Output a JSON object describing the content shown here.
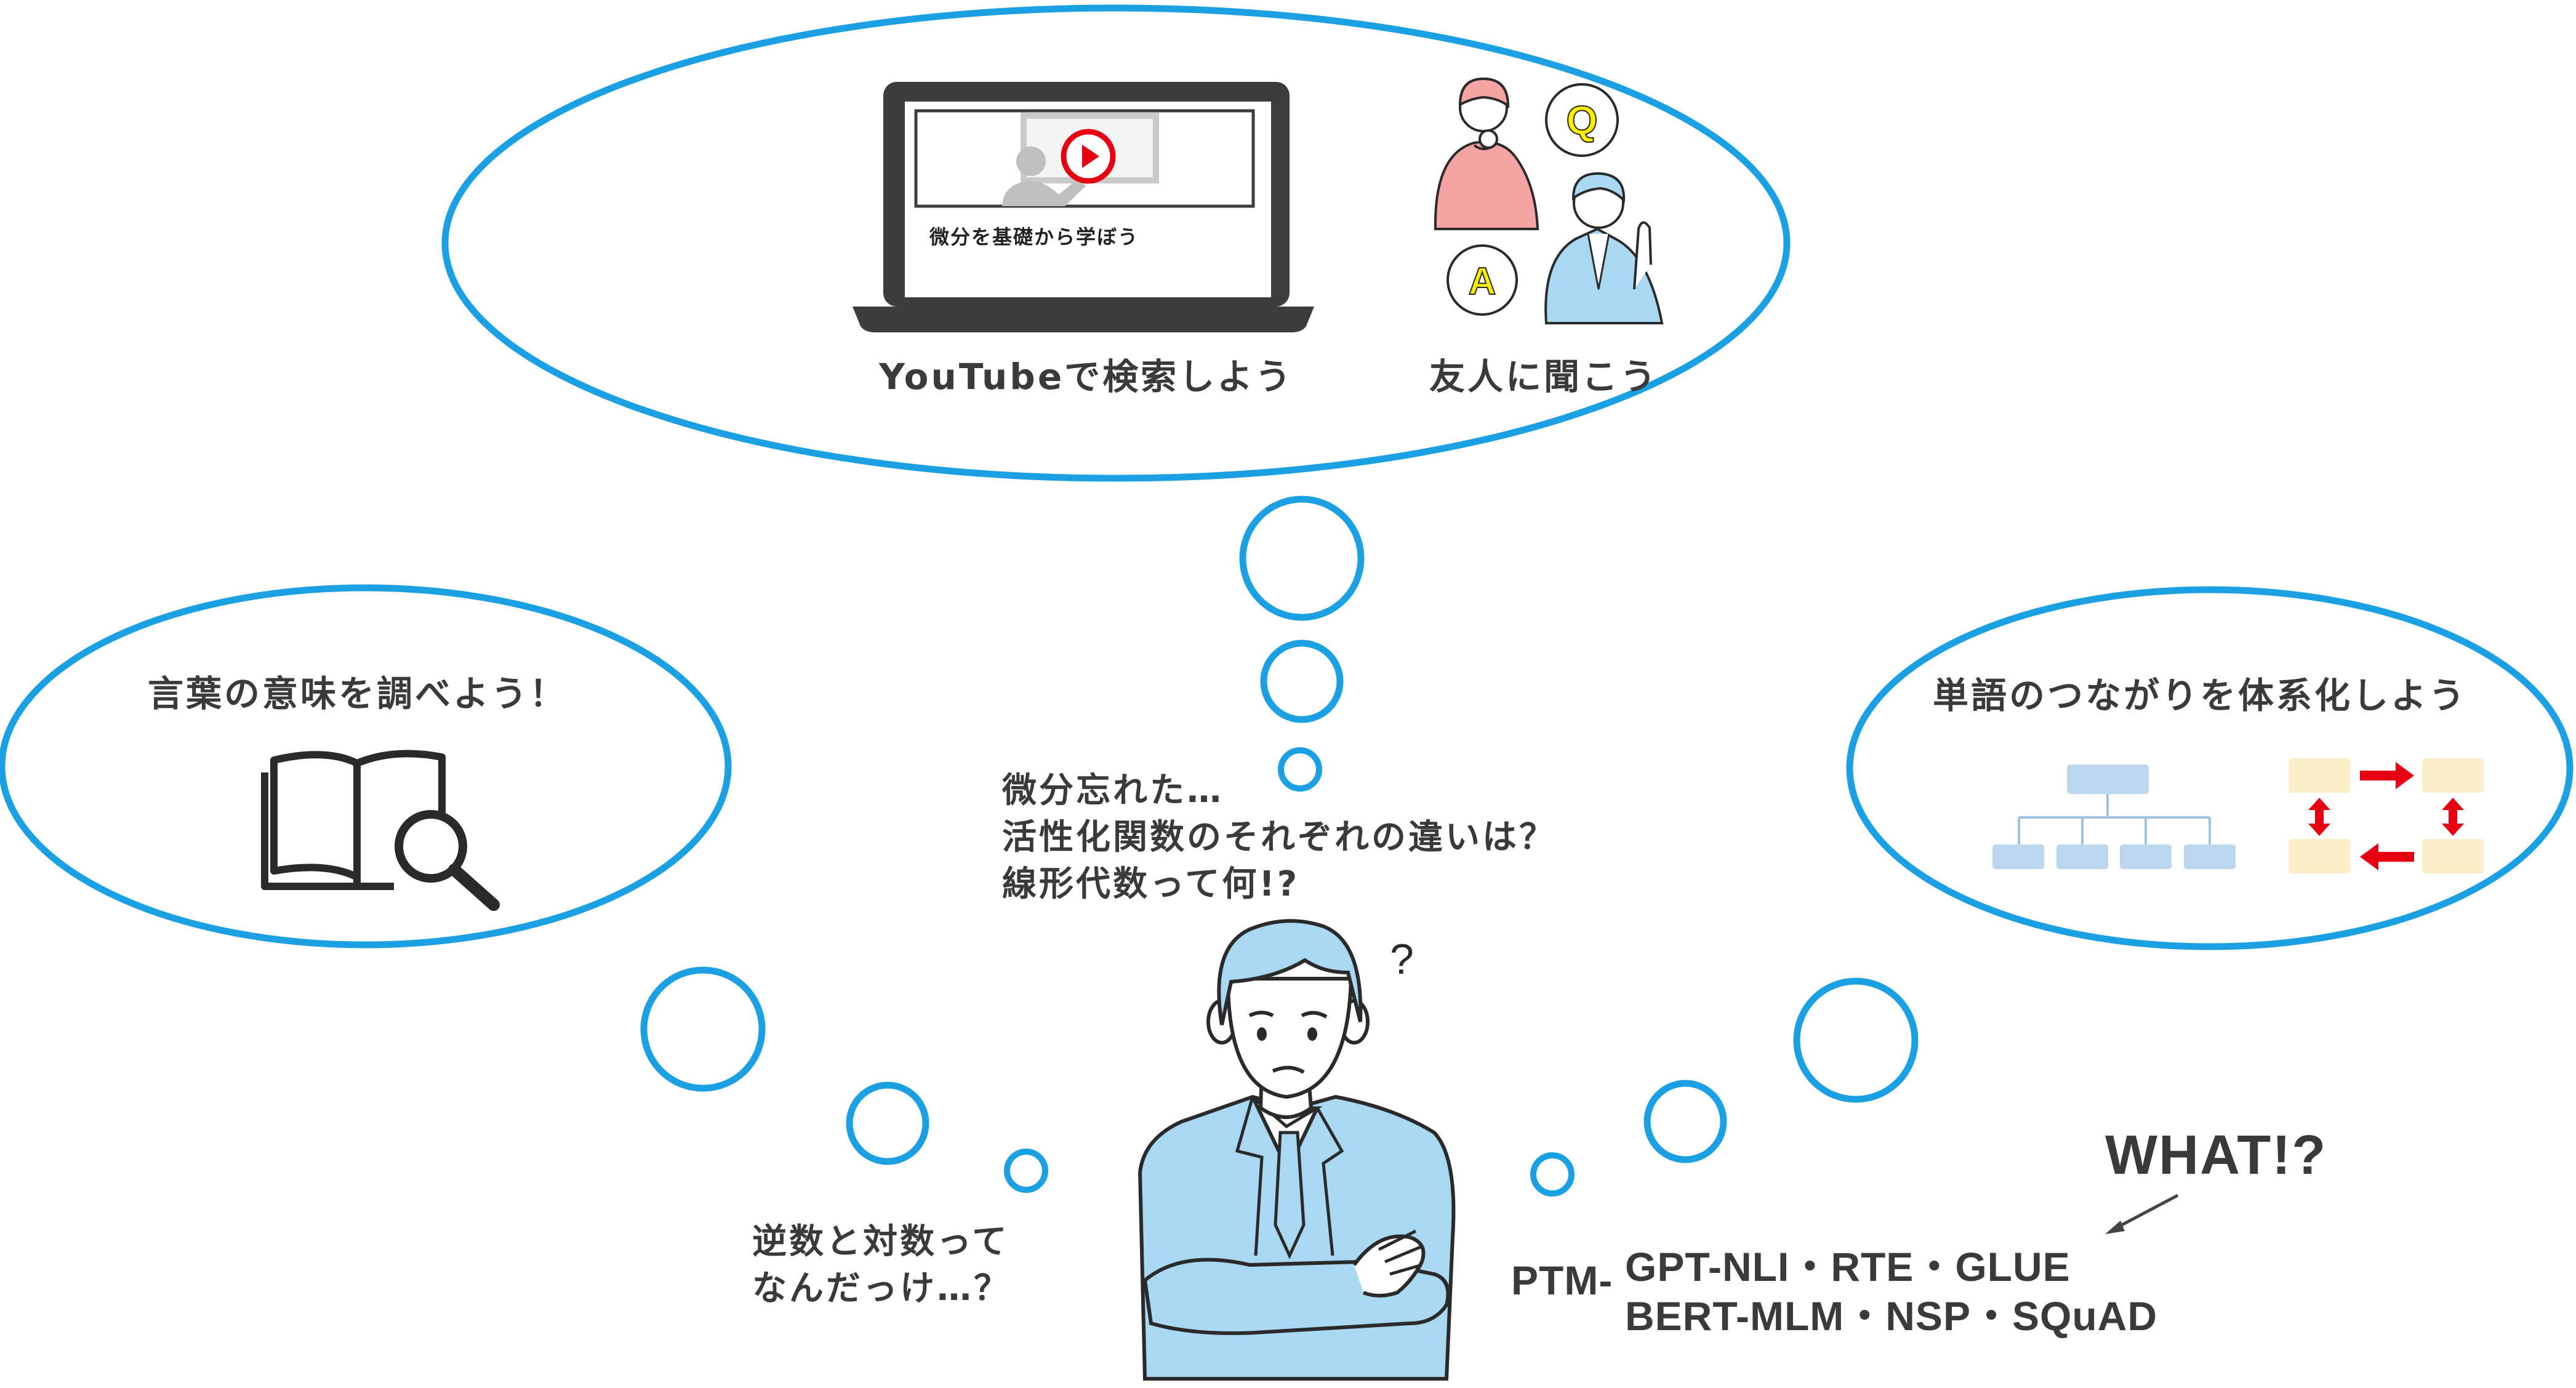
{
  "colors": {
    "bubble_outline": "#1aa0e3",
    "person_shirt": "#a8d8f2",
    "dark_line": "#2a2a2a",
    "flow_blue": "#bcd7ee",
    "flow_yellow": "#fbefc7",
    "arrow_red": "#e60012",
    "laptop_body": "#3d3d3d",
    "play_red": "#e60012",
    "asker_pink": "#f5a3a3",
    "answer_yellow": "#ffee00"
  },
  "top_bubble": {
    "video_caption": "微分を基礎から学ぼう",
    "youtube_label": "YouTubeで検索しよう",
    "friend_label": "友人に聞こう",
    "question_letter": "Q",
    "answer_letter": "A"
  },
  "left_bubble": {
    "label": "言葉の意味を調べよう！",
    "icon": "book-search-icon"
  },
  "right_bubble": {
    "label": "単語のつながりを体系化しよう",
    "icon": "hierarchy-diagram-icon"
  },
  "center_thoughts": {
    "lines": [
      "微分忘れた…",
      "活性化関数のそれぞれの違いは？",
      "線形代数って何!?"
    ]
  },
  "bottom_left_thought": {
    "lines": [
      "逆数と対数って",
      "なんだっけ…？"
    ]
  },
  "ptm": {
    "prefix": "PTM-",
    "line1": "GPT-NLI・RTE・GLUE",
    "line2": "BERT-MLM・NSP・SQuAD"
  },
  "what_label": "WHAT!?",
  "person_question_mark": "?"
}
